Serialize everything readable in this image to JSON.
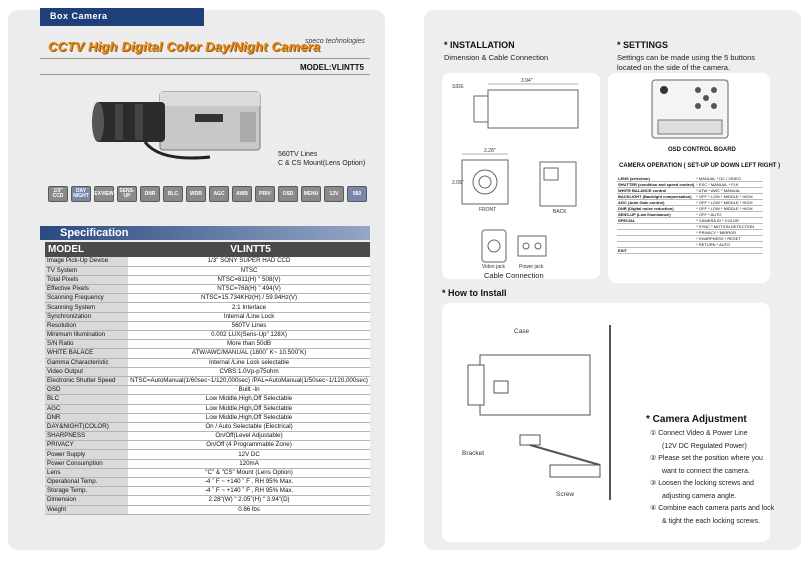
{
  "left": {
    "tab": "Box Camera",
    "title": "CCTV High Digital Color Day/Night Camera",
    "brand": "speco technologies",
    "model_label": "MODEL:VLINTT5",
    "caption": [
      "560TV Lines",
      "C & CS Mount(Lens Option)"
    ],
    "feature_icons": [
      "1/3\" CCD",
      "DAY NIGHT",
      "EXVIEW",
      "SENS-UP",
      "DNR",
      "BLC",
      "WDR",
      "AGC",
      "AWB",
      "PRIV",
      "OSD",
      "MENU",
      "12V",
      "560"
    ],
    "spec_heading": "Specification",
    "table_header": [
      "MODEL",
      "VLINTT5"
    ],
    "specs": [
      [
        "Image Pick-Up Device",
        "1/3\" SONY SUPER HAD CCD"
      ],
      [
        "TV System",
        "NTSC"
      ],
      [
        "Total Pixels",
        "NTSC=811(H) \" 508(V)"
      ],
      [
        "Effective Pixels",
        "NTSC=768(H) \" 494(V)"
      ],
      [
        "Scanning Frequency",
        "NTSC=15.734KHz(H) / 59.94Hz(V)"
      ],
      [
        "Scanning System",
        "2:1 Interlace"
      ],
      [
        "Synchronization",
        "Internal /Line Lock"
      ],
      [
        "Resolution",
        "560TV Lines"
      ],
      [
        "Minimum Illumination",
        "0.002 LUX(Sens-Up\" 128X)"
      ],
      [
        "S/N Ratio",
        "More than 50dB"
      ],
      [
        "WHITE BALACE",
        "ATW/AWC/MANUAL (1800˚ K~ 10.500˚K)"
      ],
      [
        "Gamma Characteristic",
        "Internal /Line Lock selectable"
      ],
      [
        "Video Output",
        "CVBS:1.0Vp-p75ohm"
      ],
      [
        "Electronic Shutter Speed",
        "NTSC=AutoManual(1/60sec~1/120,000sec) /PAL=AutoManual(1/50sec~1/120,000sec)"
      ],
      [
        "OSD",
        "Built -In"
      ],
      [
        "BLC",
        "Low Middle,High,Off Selectable"
      ],
      [
        "AGC",
        "Low Middle,High,Off Selectable"
      ],
      [
        "DNR",
        "Low Middle,High,Off Selectable"
      ],
      [
        "DAY&NIGHT(COLOR)",
        "On / Auto Selectable (Electrical)"
      ],
      [
        "SHARPNESS",
        "On/Off(Level Adjustable)"
      ],
      [
        "PRIVACY",
        "On/Off (4  Programmable Zone)"
      ],
      [
        "Power Supply",
        "12V DC"
      ],
      [
        "Power Consumption",
        "120mA"
      ],
      [
        "Lens",
        "\"C\" & \"CS\" Mount (Lens Option)"
      ],
      [
        "Operational Temp.",
        "-4 ˚ F ~ +140 ˚ F , RH 95% Max."
      ],
      [
        "Storage Temp.",
        "-4 ˚ F ~ +140 ˚ F , RH 95% Max."
      ],
      [
        "Dimension",
        "2.28\"(W) \" 2.05\"(H) \" 3.94\"(D)"
      ],
      [
        "Weight",
        "0.66 lbs"
      ]
    ]
  },
  "right": {
    "installation": {
      "title": "* INSTALLATION",
      "subtitle": "Dimension & Cable Connection",
      "dim_width": "3.94\"",
      "dim_front": "2.28\"",
      "dim_height": "2.05\"",
      "side": "SIDE",
      "front": "FRONT",
      "back": "BACK",
      "video_jack": "Video jack",
      "power_jack": "Power jack",
      "cable": "Cable Connection"
    },
    "settings": {
      "title": "* SETTINGS",
      "text": [
        "Settings can be made using the 5 buttons",
        "located on the side of the camera."
      ],
      "board": "OSD CONTROL BOARD",
      "op_title": "CAMERA OPERATION ( SET-UP  UP  DOWN  LEFT  RIGHT )",
      "rows": [
        [
          "LENS (selection)",
          "* MANUAL   * DC / VIDEO"
        ],
        [
          "SHUTTER (condition and speed control)",
          "* ESC   * MANUAL   * FLK"
        ],
        [
          "WHITE BALANCE control",
          "* ATW   * AWC   * MANUAL"
        ],
        [
          "BACKLIGHT (Backlight compensation)",
          "* OFF   * LOW   * MIDDLE  * HIGH"
        ],
        [
          "AGC (Auto Gain control)",
          "* OFF   * LOW   * MIDDLE  * HIGH"
        ],
        [
          "DNR (Digital noise reduction)",
          "* OFF   * LOW   * MIDDLE  * HIGH"
        ],
        [
          "SENS-UP (Low illuminance)",
          "* OFF   * AUTO"
        ],
        [
          "SPECIAL",
          "* CAMERA ID  * COLOR"
        ],
        [
          "",
          "* SYNC   * MOTION DETECTION"
        ],
        [
          "",
          "* PRIVACY  * MIRROR"
        ],
        [
          "",
          "* SHARPNESS  * RESET"
        ],
        [
          "",
          "* RETURN  * AUTO"
        ],
        [
          "EXIT",
          ""
        ]
      ]
    },
    "how": {
      "title": "* How to Install",
      "case": "Case",
      "bracket": "Bracket",
      "screw": "Screw"
    },
    "adjust": {
      "title": "* Camera Adjustment",
      "steps": [
        "① Connect Video & Power Line",
        "(12V DC Regulated Power)",
        "② Please set the position where you",
        "want to connect the camera.",
        "③ Loosen the locking screws and",
        "adjusting camera angle.",
        "④ Combine each camera parts and lock",
        "& tight the each locking screws."
      ]
    }
  }
}
